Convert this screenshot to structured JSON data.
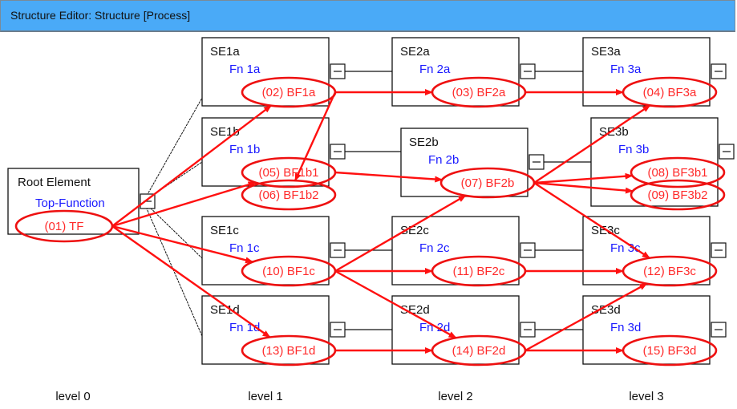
{
  "window": {
    "title": "Structure Editor: Structure [Process]"
  },
  "colors": {
    "title_bar": "#4aaaf7",
    "function_text": "#1a1aff",
    "flow": "#ff1010",
    "element_text": "#111111"
  },
  "root": {
    "name": "Root Element",
    "function": "Top-Function",
    "bf": "(01) TF"
  },
  "elements": [
    {
      "id": "se1a",
      "name": "SE1a",
      "function": "Fn 1a",
      "bfs": [
        "(02) BF1a"
      ]
    },
    {
      "id": "se1b",
      "name": "SE1b",
      "function": "Fn 1b",
      "bfs": [
        "(05) BF1b1",
        "(06) BF1b2"
      ]
    },
    {
      "id": "se1c",
      "name": "SE1c",
      "function": "Fn 1c",
      "bfs": [
        "(10) BF1c"
      ]
    },
    {
      "id": "se1d",
      "name": "SE1d",
      "function": "Fn 1d",
      "bfs": [
        "(13) BF1d"
      ]
    },
    {
      "id": "se2a",
      "name": "SE2a",
      "function": "Fn 2a",
      "bfs": [
        "(03) BF2a"
      ]
    },
    {
      "id": "se2b",
      "name": "SE2b",
      "function": "Fn 2b",
      "bfs": [
        "(07) BF2b"
      ]
    },
    {
      "id": "se2c",
      "name": "SE2c",
      "function": "Fn 2c",
      "bfs": [
        "(11) BF2c"
      ]
    },
    {
      "id": "se2d",
      "name": "SE2d",
      "function": "Fn 2d",
      "bfs": [
        "(14) BF2d"
      ]
    },
    {
      "id": "se3a",
      "name": "SE3a",
      "function": "Fn 3a",
      "bfs": [
        "(04) BF3a"
      ]
    },
    {
      "id": "se3b",
      "name": "SE3b",
      "function": "Fn 3b",
      "bfs": [
        "(08) BF3b1",
        "(09) BF3b2"
      ]
    },
    {
      "id": "se3c",
      "name": "SE3c",
      "function": "Fn 3c",
      "bfs": [
        "(12) BF3c"
      ]
    },
    {
      "id": "se3d",
      "name": "SE3d",
      "function": "Fn 3d",
      "bfs": [
        "(15) BF3d"
      ]
    }
  ],
  "flows": [
    [
      "(01) TF",
      "(02) BF1a"
    ],
    [
      "(01) TF",
      "(05) BF1b1"
    ],
    [
      "(01) TF",
      "(10) BF1c"
    ],
    [
      "(01) TF",
      "(13) BF1d"
    ],
    [
      "(02) BF1a",
      "(03) BF2a"
    ],
    [
      "(02) BF1a",
      "(06) BF1b2"
    ],
    [
      "(03) BF2a",
      "(04) BF3a"
    ],
    [
      "(05) BF1b1",
      "(07) BF2b"
    ],
    [
      "(07) BF2b",
      "(04) BF3a"
    ],
    [
      "(07) BF2b",
      "(08) BF3b1"
    ],
    [
      "(07) BF2b",
      "(09) BF3b2"
    ],
    [
      "(07) BF2b",
      "(12) BF3c"
    ],
    [
      "(10) BF1c",
      "(07) BF2b"
    ],
    [
      "(10) BF1c",
      "(11) BF2c"
    ],
    [
      "(10) BF1c",
      "(14) BF2d"
    ],
    [
      "(11) BF2c",
      "(12) BF3c"
    ],
    [
      "(13) BF1d",
      "(14) BF2d"
    ],
    [
      "(14) BF2d",
      "(12) BF3c"
    ],
    [
      "(14) BF2d",
      "(15) BF3d"
    ]
  ],
  "levels": [
    "level 0",
    "level 1",
    "level 2",
    "level 3"
  ]
}
